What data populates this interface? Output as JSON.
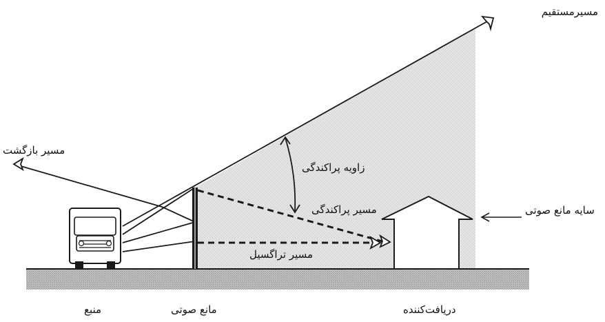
{
  "labels": {
    "direct_path": "مسیرمستقیم",
    "return_path": "مسیر بازگشت",
    "diffraction_angle": "زاویه پراکندگی",
    "diffraction_path": "مسیر پراکندگی",
    "transmission_path": "مسیر تراگسیل",
    "barrier_shadow": "سایه مانع صوتی",
    "source": "منبع",
    "barrier": "مانع صوتی",
    "receiver": "دریافت‌کننده"
  },
  "colors": {
    "ink": "#1a1a1a",
    "shadow": "#dcdcdc",
    "ground": "#b8b8b8"
  },
  "icons": [
    "truck-icon",
    "house-icon",
    "arrowhead-icon"
  ]
}
